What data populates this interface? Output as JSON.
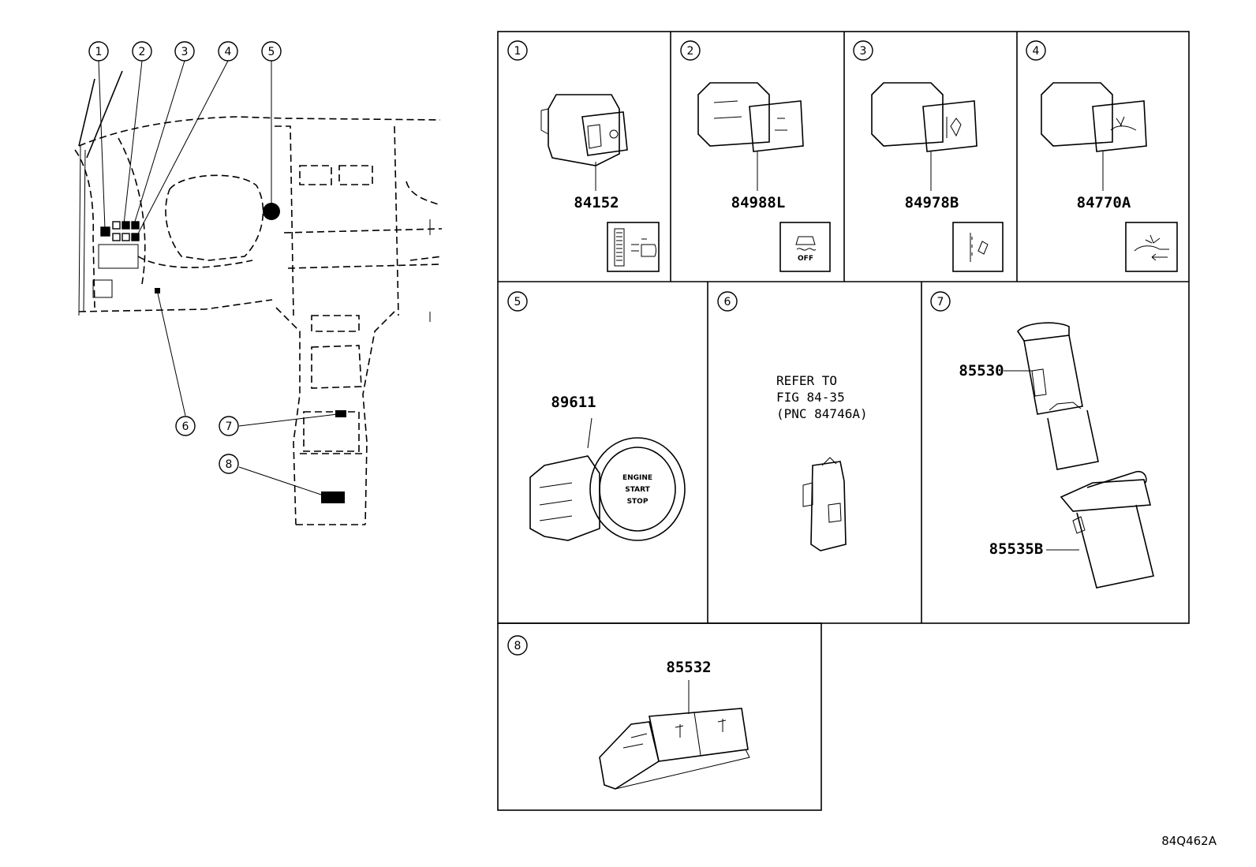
{
  "overview": {
    "callouts": [
      "1",
      "2",
      "3",
      "4",
      "5",
      "6",
      "7",
      "8"
    ]
  },
  "panels": [
    {
      "index": "1",
      "part": "84152"
    },
    {
      "index": "2",
      "part": "84988L",
      "icon_text": "OFF"
    },
    {
      "index": "3",
      "part": "84978B"
    },
    {
      "index": "4",
      "part": "84770A"
    },
    {
      "index": "5",
      "part": "89611",
      "button_lines": [
        "ENGINE",
        "START",
        "STOP"
      ]
    },
    {
      "index": "6",
      "refer_lines": [
        "REFER TO",
        "FIG 84-35",
        "(PNC 84746A)"
      ]
    },
    {
      "index": "7",
      "parts": [
        "85530",
        "85535B"
      ]
    },
    {
      "index": "8",
      "part": "85532"
    }
  ],
  "figure_code": "84Q462A",
  "icons": [
    "dimmer-switch-icon",
    "traction-control-off-icon",
    "lane-departure-icon",
    "pre-collision-icon"
  ]
}
